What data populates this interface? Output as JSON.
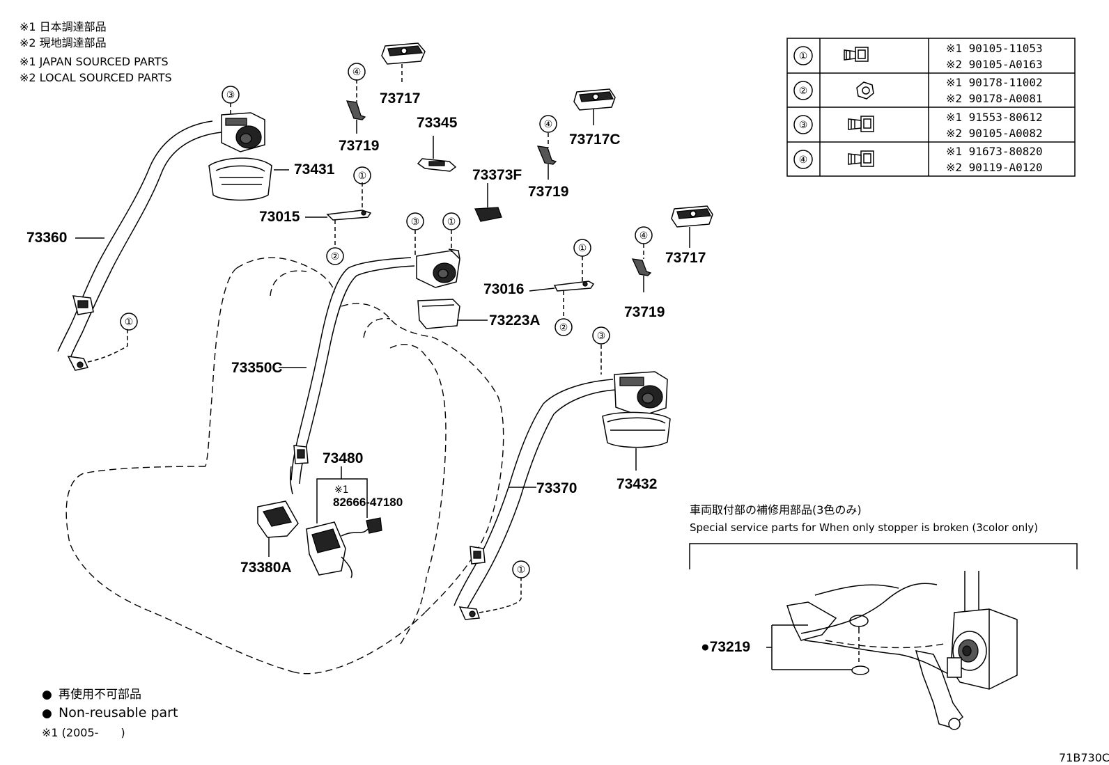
{
  "notes": {
    "line1": "※1 日本調達部品",
    "line2": "※2 現地調達部品",
    "line3": "※1 JAPAN SOURCED PARTS",
    "line4": "※2 LOCAL SOURCED PARTS"
  },
  "fastener_table": {
    "rows": [
      {
        "ref": "①",
        "p1": "※1 90105-11053",
        "p2": "※2 90105-A0163",
        "icon": "bolt-icon"
      },
      {
        "ref": "②",
        "p1": "※1 90178-11002",
        "p2": "※2 90178-A0081",
        "icon": "nut-icon"
      },
      {
        "ref": "③",
        "p1": "※1 91553-80612",
        "p2": "※2 90105-A0082",
        "icon": "bolt-icon"
      },
      {
        "ref": "④",
        "p1": "※1 91673-80820",
        "p2": "※2 90119-A0120",
        "icon": "bolt-icon"
      }
    ]
  },
  "circle_refs": {
    "one": "①",
    "two": "②",
    "three": "③",
    "four": "④"
  },
  "parts": {
    "p73717a": "73717",
    "p73717b": "73717",
    "p73717c": "73717C",
    "p73719a": "73719",
    "p73719b": "73719",
    "p73719c": "73719",
    "p73345": "73345",
    "p73373f": "73373F",
    "p73431": "73431",
    "p73015": "73015",
    "p73016": "73016",
    "p73360": "73360",
    "p73223a": "73223A",
    "p73350c": "73350C",
    "p73480": "73480",
    "p73480_note": "※1",
    "p82666": "82666-47180",
    "p73380a": "73380A",
    "p73370": "73370",
    "p73432": "73432",
    "p73219": "●73219"
  },
  "inset": {
    "title_jp": "車両取付部の補修用部品(3色のみ)",
    "title_en": "Special service parts for When only stopper is broken (3color only)"
  },
  "legend": {
    "jp": "再使用不可部品",
    "en": "Non-reusable part",
    "bullet": "●",
    "period": "※1 (2005-　　)"
  },
  "diagram_code": "71B730C"
}
